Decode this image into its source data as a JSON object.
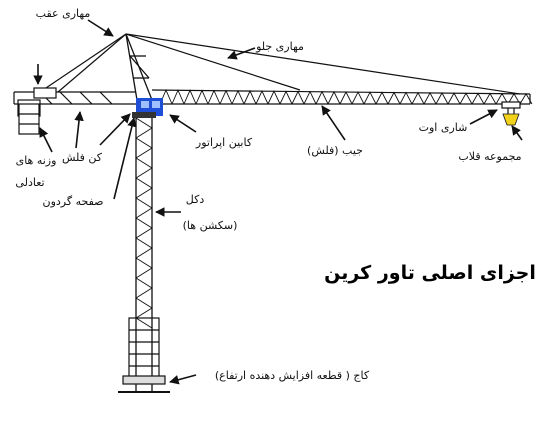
{
  "title": "اجزای اصلی تاور کرین",
  "labels": {
    "rear_pendant": "مهاری عقب",
    "front_pendant": "مهاری جلو",
    "counterweights_1": "وزنه های",
    "counterweights_2": "تعادلی",
    "counter_jib": "کن فلش",
    "operator_cab": "کابین اپراتور",
    "jib": "جیب (فلش)",
    "trolley": "شاری اوت",
    "hook_block": "مجموعه قلاب",
    "slewing_unit": "صفحه گردون",
    "mast_1": "دکل",
    "mast_2": "(سکشن ها)",
    "climbing_cage": "کاج ( قطعه افزایش دهنده ارتفاع)"
  },
  "colors": {
    "line": "#111111",
    "cab": "#1e4fd6",
    "hook": "#f2d21b"
  }
}
